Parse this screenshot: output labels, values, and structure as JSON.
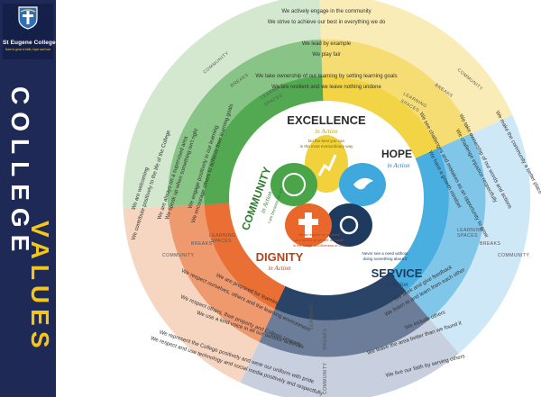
{
  "sidebar": {
    "college_name": "St Eugene College",
    "motto": "Dare to grow in faith, hope and love",
    "word_top": "COLLEGE",
    "word_bottom": "VALUES"
  },
  "segments": {
    "excellence": {
      "title": "EXCELLENCE",
      "suffix": "in Action",
      "tagline1": "Do the best you can",
      "tagline2": "in the most extraordinary way"
    },
    "hope": {
      "title": "HOPE",
      "suffix": "in Action"
    },
    "service": {
      "title": "SERVICE",
      "suffix": "in Action",
      "tagline1": "Never see a need without",
      "tagline2": "doing something about it"
    },
    "dignity": {
      "title": "DIGNITY",
      "suffix": "in Action",
      "tagline1": "Show respect for yourself",
      "tagline2": "and others as we are all made",
      "tagline3": "in the image and likeness of God"
    },
    "community": {
      "title": "COMMUNITY",
      "suffix": "in Action",
      "tagline1": "I am because we are"
    }
  },
  "ring_statements": {
    "excellence": [
      "We actively engage in the community",
      "We strive to achieve our best in everything we do",
      "We lead by example",
      "We play fair",
      "We take ownership of our learning by setting learning goals",
      "We are resilient and we leave nothing undone"
    ],
    "hope": [
      "We make the community a better place",
      "We take ownership of our words and actions",
      "We challenge injustice respectfully",
      "We see challenges and mistakes as an opportunity to grow",
      "We have a growth mindset"
    ],
    "service": [
      "We seek and give feedback",
      "We listen to and learn from each other",
      "We include others",
      "We leave the area better than we found it",
      "We live our faith by serving others"
    ],
    "dignity": [
      "We are prepared for learning",
      "We respect ourselves, others and the learning environment",
      "We respect others, their property and College property",
      "We use a kind voice in all our outdoor activities",
      "We represent the College positively and wear our uniform with pride",
      "We respect and use technology and social media positively and respectfully"
    ],
    "community": [
      "We are welcoming",
      "We contribute positively to the life of the College",
      "We are always on a supervised area",
      "We speak up when something isn't right",
      "We engage positively in our learning",
      "We encourage others to achieve their learning goals"
    ]
  },
  "ring_labels": {
    "community": "COMMUNITY",
    "breaks": "BREAKS",
    "learning": "LEARNING",
    "spaces": "SPACES"
  },
  "colors": {
    "navy": "#1e2a55",
    "gold": "#f5c518",
    "excellence": "#f2d23c",
    "hope": "#3fa9de",
    "service": "#1f3a5f",
    "dignity": "#e9672b",
    "community": "#4aa548"
  }
}
